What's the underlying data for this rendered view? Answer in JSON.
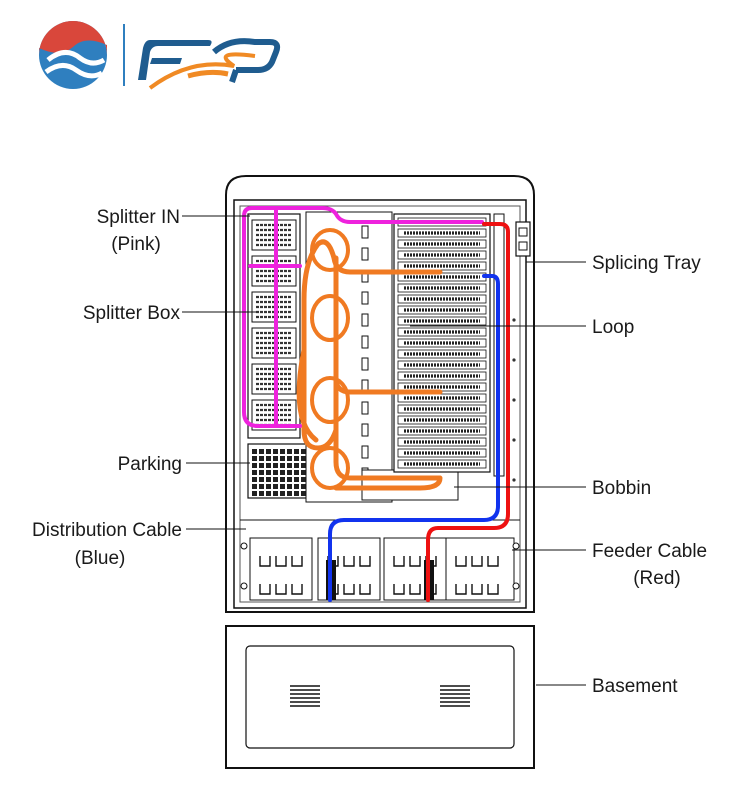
{
  "logo": {
    "brand_text": "FSP",
    "colors": {
      "red": "#d9473b",
      "blue": "#2f7fbf",
      "dark_blue": "#1f5c8f",
      "orange": "#f08a24"
    }
  },
  "cabinet": {
    "splitter_box_modules": 6,
    "splicing_tray_rows": 23
  },
  "cables": {
    "pink": "#ee22dd",
    "orange": "#f07a22",
    "blue": "#1133ee",
    "red": "#ee1111"
  },
  "labels": {
    "splitter_in": "Splitter IN",
    "splitter_in_sub": "(Pink)",
    "splitter_box": "Splitter  Box",
    "parking": "Parking",
    "distribution_cable": "Distribution Cable",
    "distribution_cable_sub": "(Blue)",
    "splicing_tray": "Splicing Tray",
    "loop": "Loop",
    "bobbin": "Bobbin",
    "feeder_cable": "Feeder Cable",
    "feeder_cable_sub": "(Red)",
    "basement": "Basement"
  }
}
